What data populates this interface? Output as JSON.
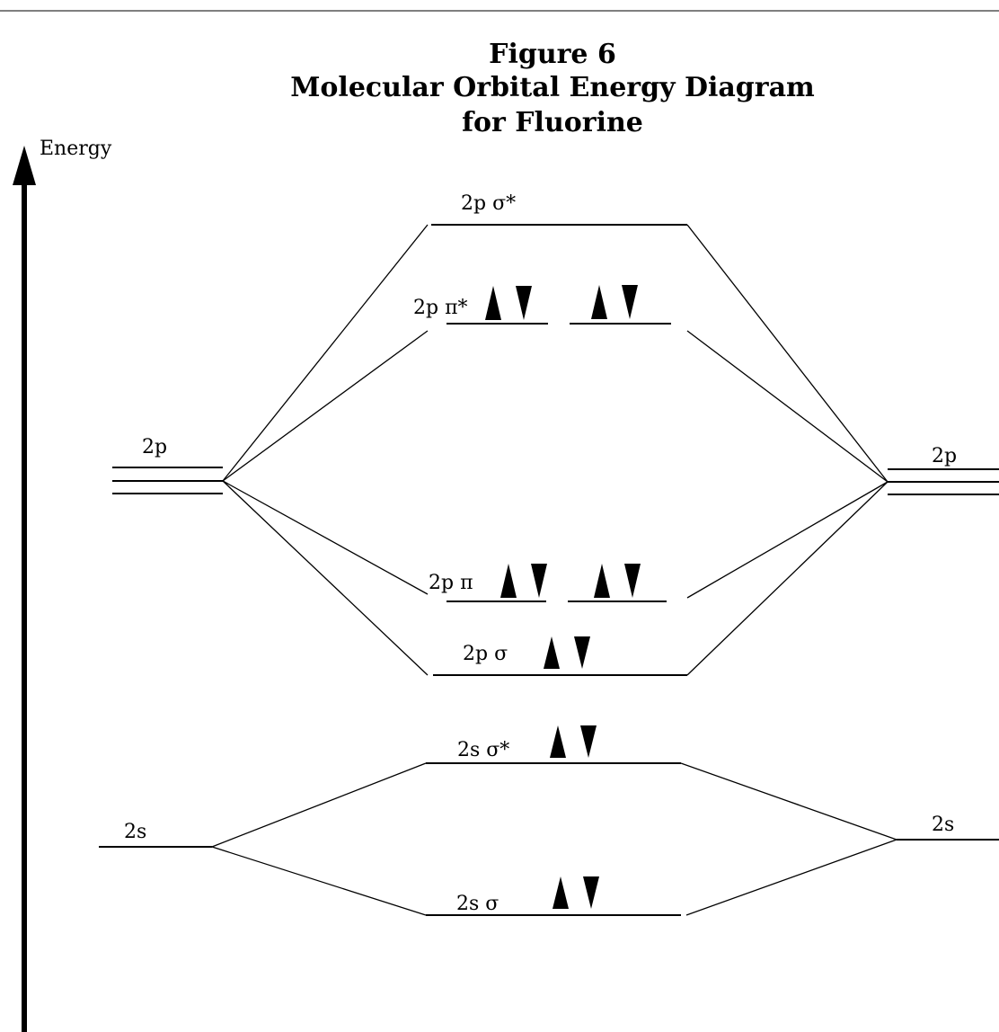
{
  "title": {
    "line1": "Figure 6",
    "line2": "Molecular Orbital Energy Diagram",
    "line3": "for Fluorine"
  },
  "axis": {
    "label": "Energy"
  },
  "atomic_orbitals": {
    "left_2p": "2p",
    "right_2p": "2p",
    "left_2s": "2s",
    "right_2s": "2s"
  },
  "molecular_orbitals": {
    "sigma_2p_star": {
      "label": "2p σ*",
      "electrons": 0
    },
    "pi_2p_star": {
      "label": "2p π*",
      "electrons": 4
    },
    "pi_2p": {
      "label": "2p π",
      "electrons": 4
    },
    "sigma_2p": {
      "label": "2p σ",
      "electrons": 2
    },
    "sigma_2s_star": {
      "label": "2s σ*",
      "electrons": 2
    },
    "sigma_2s": {
      "label": "2s σ",
      "electrons": 2
    }
  },
  "spin_symbols": {
    "up": "spin-up-arrow",
    "down": "spin-down-arrow"
  },
  "colors": {
    "ink": "#000000",
    "background": "#ffffff",
    "rule": "#555555"
  }
}
